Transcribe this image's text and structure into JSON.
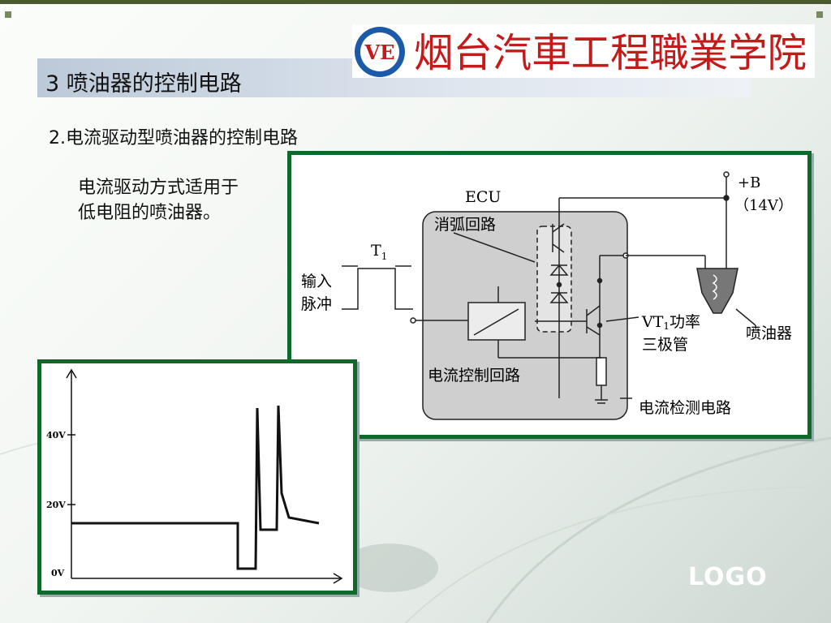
{
  "slide": {
    "title": "3 喷油器的控制电路",
    "subtitle": "2.电流驱动型喷油器的控制电路",
    "description": "电流驱动方式适用于低电阻的喷油器。",
    "logo_text": "LOGO"
  },
  "school": {
    "emblem_text": "VE",
    "name": "烟台汽車工程職業学院"
  },
  "diagram": {
    "ecu": "ECU",
    "supply": "+B",
    "supply_voltage": "（14V）",
    "arc_circuit": "消弧回路",
    "pulse_width": "T",
    "pulse_width_sub": "1",
    "input_line1": "输入",
    "input_line2": "脉冲",
    "transistor_prefix": "VT",
    "transistor_sub": "1",
    "transistor_suffix": "功率",
    "transistor_line2": "三极管",
    "injector": "喷油器",
    "current_control": "电流控制回路",
    "current_detect": "电流检测电路"
  },
  "scope": {
    "labels": [
      "40V",
      "20V",
      "0V"
    ]
  },
  "colors": {
    "frame_green": "#0d6a2a",
    "ecu_gray": "#cfcfcf",
    "brand_red": "#c41a1a",
    "brand_blue": "#1a5aa8"
  }
}
